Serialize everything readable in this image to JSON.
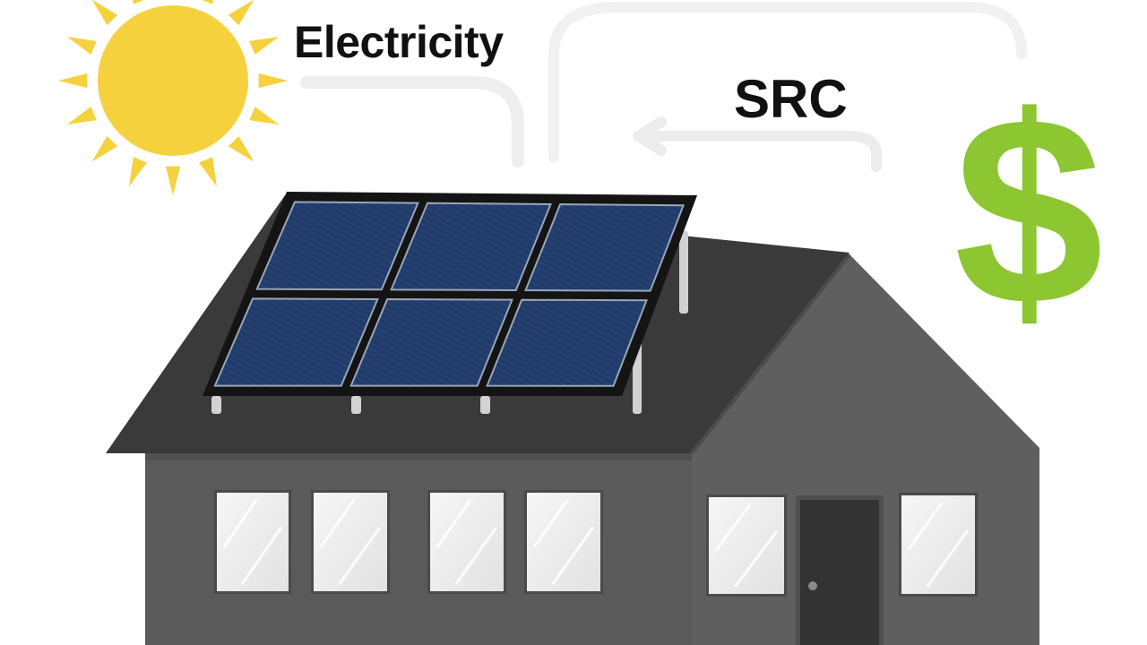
{
  "labels": {
    "electricity": "Electricity",
    "src": "SRC",
    "dollar": "$"
  },
  "colors": {
    "sun": "#f5d13d",
    "dollar": "#8cc631",
    "roof": "#3a3a3a",
    "wall_left": "#5c5c5c",
    "wall_right": "#5f5f5f",
    "gable": "#4a4a4a",
    "panel_cell": "#1f3a66",
    "panel_frame": "#1a1a1a",
    "window": "#eeeeee",
    "door": "#333333",
    "arrow": "#efefef"
  },
  "icons": [
    "sun-icon",
    "dollar-icon",
    "solar-panel-array",
    "house-icon",
    "arrow-icon"
  ]
}
